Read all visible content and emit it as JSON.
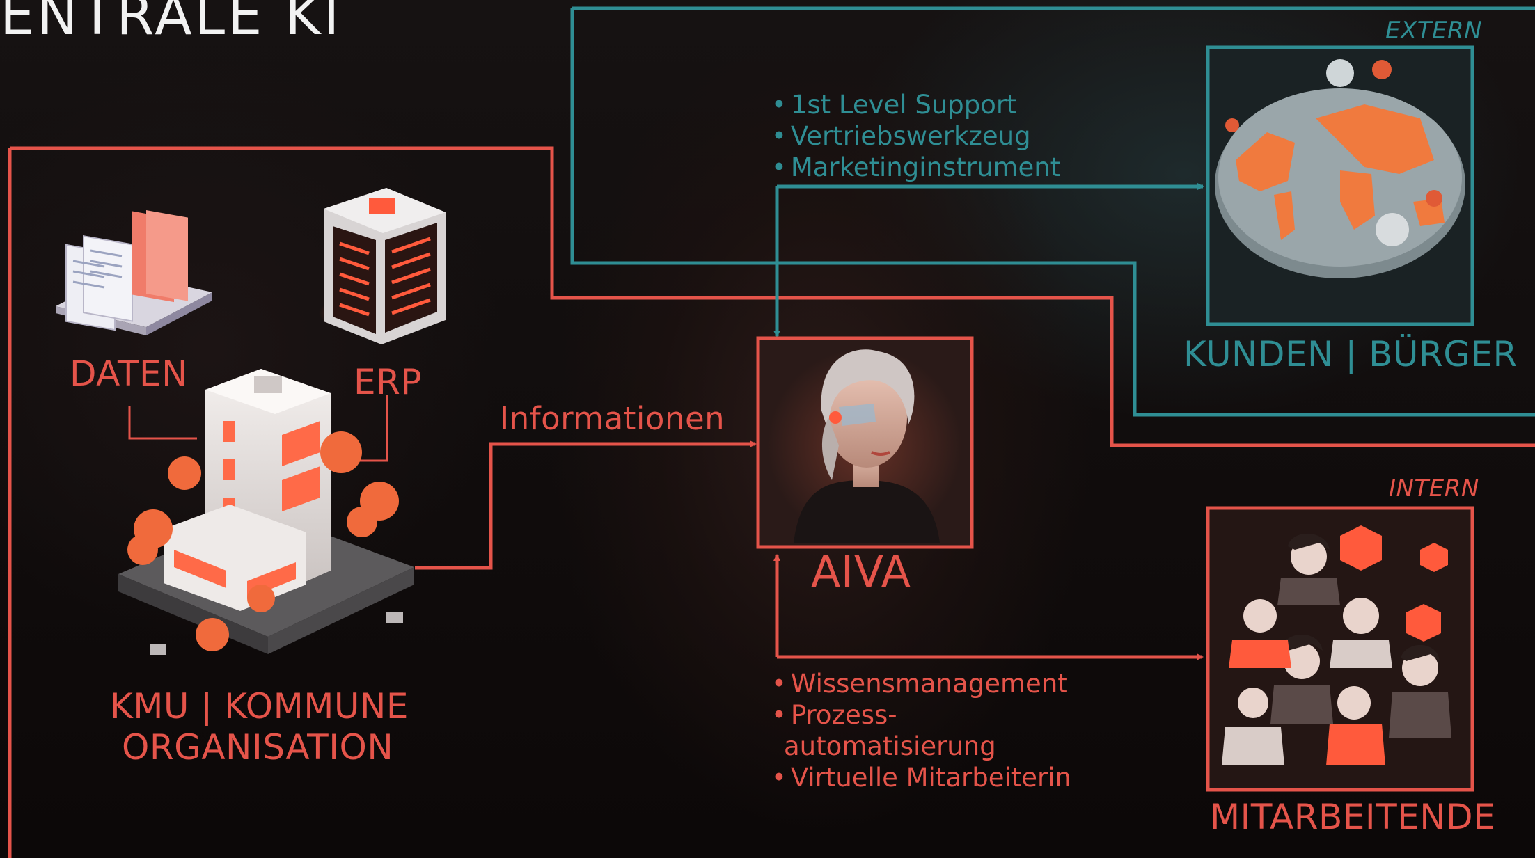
{
  "title": "ENTRALE KI",
  "left": {
    "daten_label": "DATEN",
    "erp_label": "ERP",
    "org_line1": "KMU | KOMMUNE",
    "org_line2": "ORGANISATION",
    "flow_label": "Informationen"
  },
  "center": {
    "aiva_label": "AIVA"
  },
  "extern": {
    "tag": "EXTERN",
    "label": "KUNDEN | BÜRGER",
    "bullets": [
      "1st Level Support",
      "Vertriebswerkzeug",
      "Marketinginstrument"
    ]
  },
  "intern": {
    "tag": "INTERN",
    "label": "MITARBEITENDE",
    "bullets": [
      "Wissensmanagement",
      "Prozess-",
      "automatisierung",
      "Virtuelle Mitarbeiterin"
    ]
  },
  "colors": {
    "accent_red": "#e5544a",
    "accent_teal": "#2f8e94",
    "title": "#f2f2f2"
  }
}
